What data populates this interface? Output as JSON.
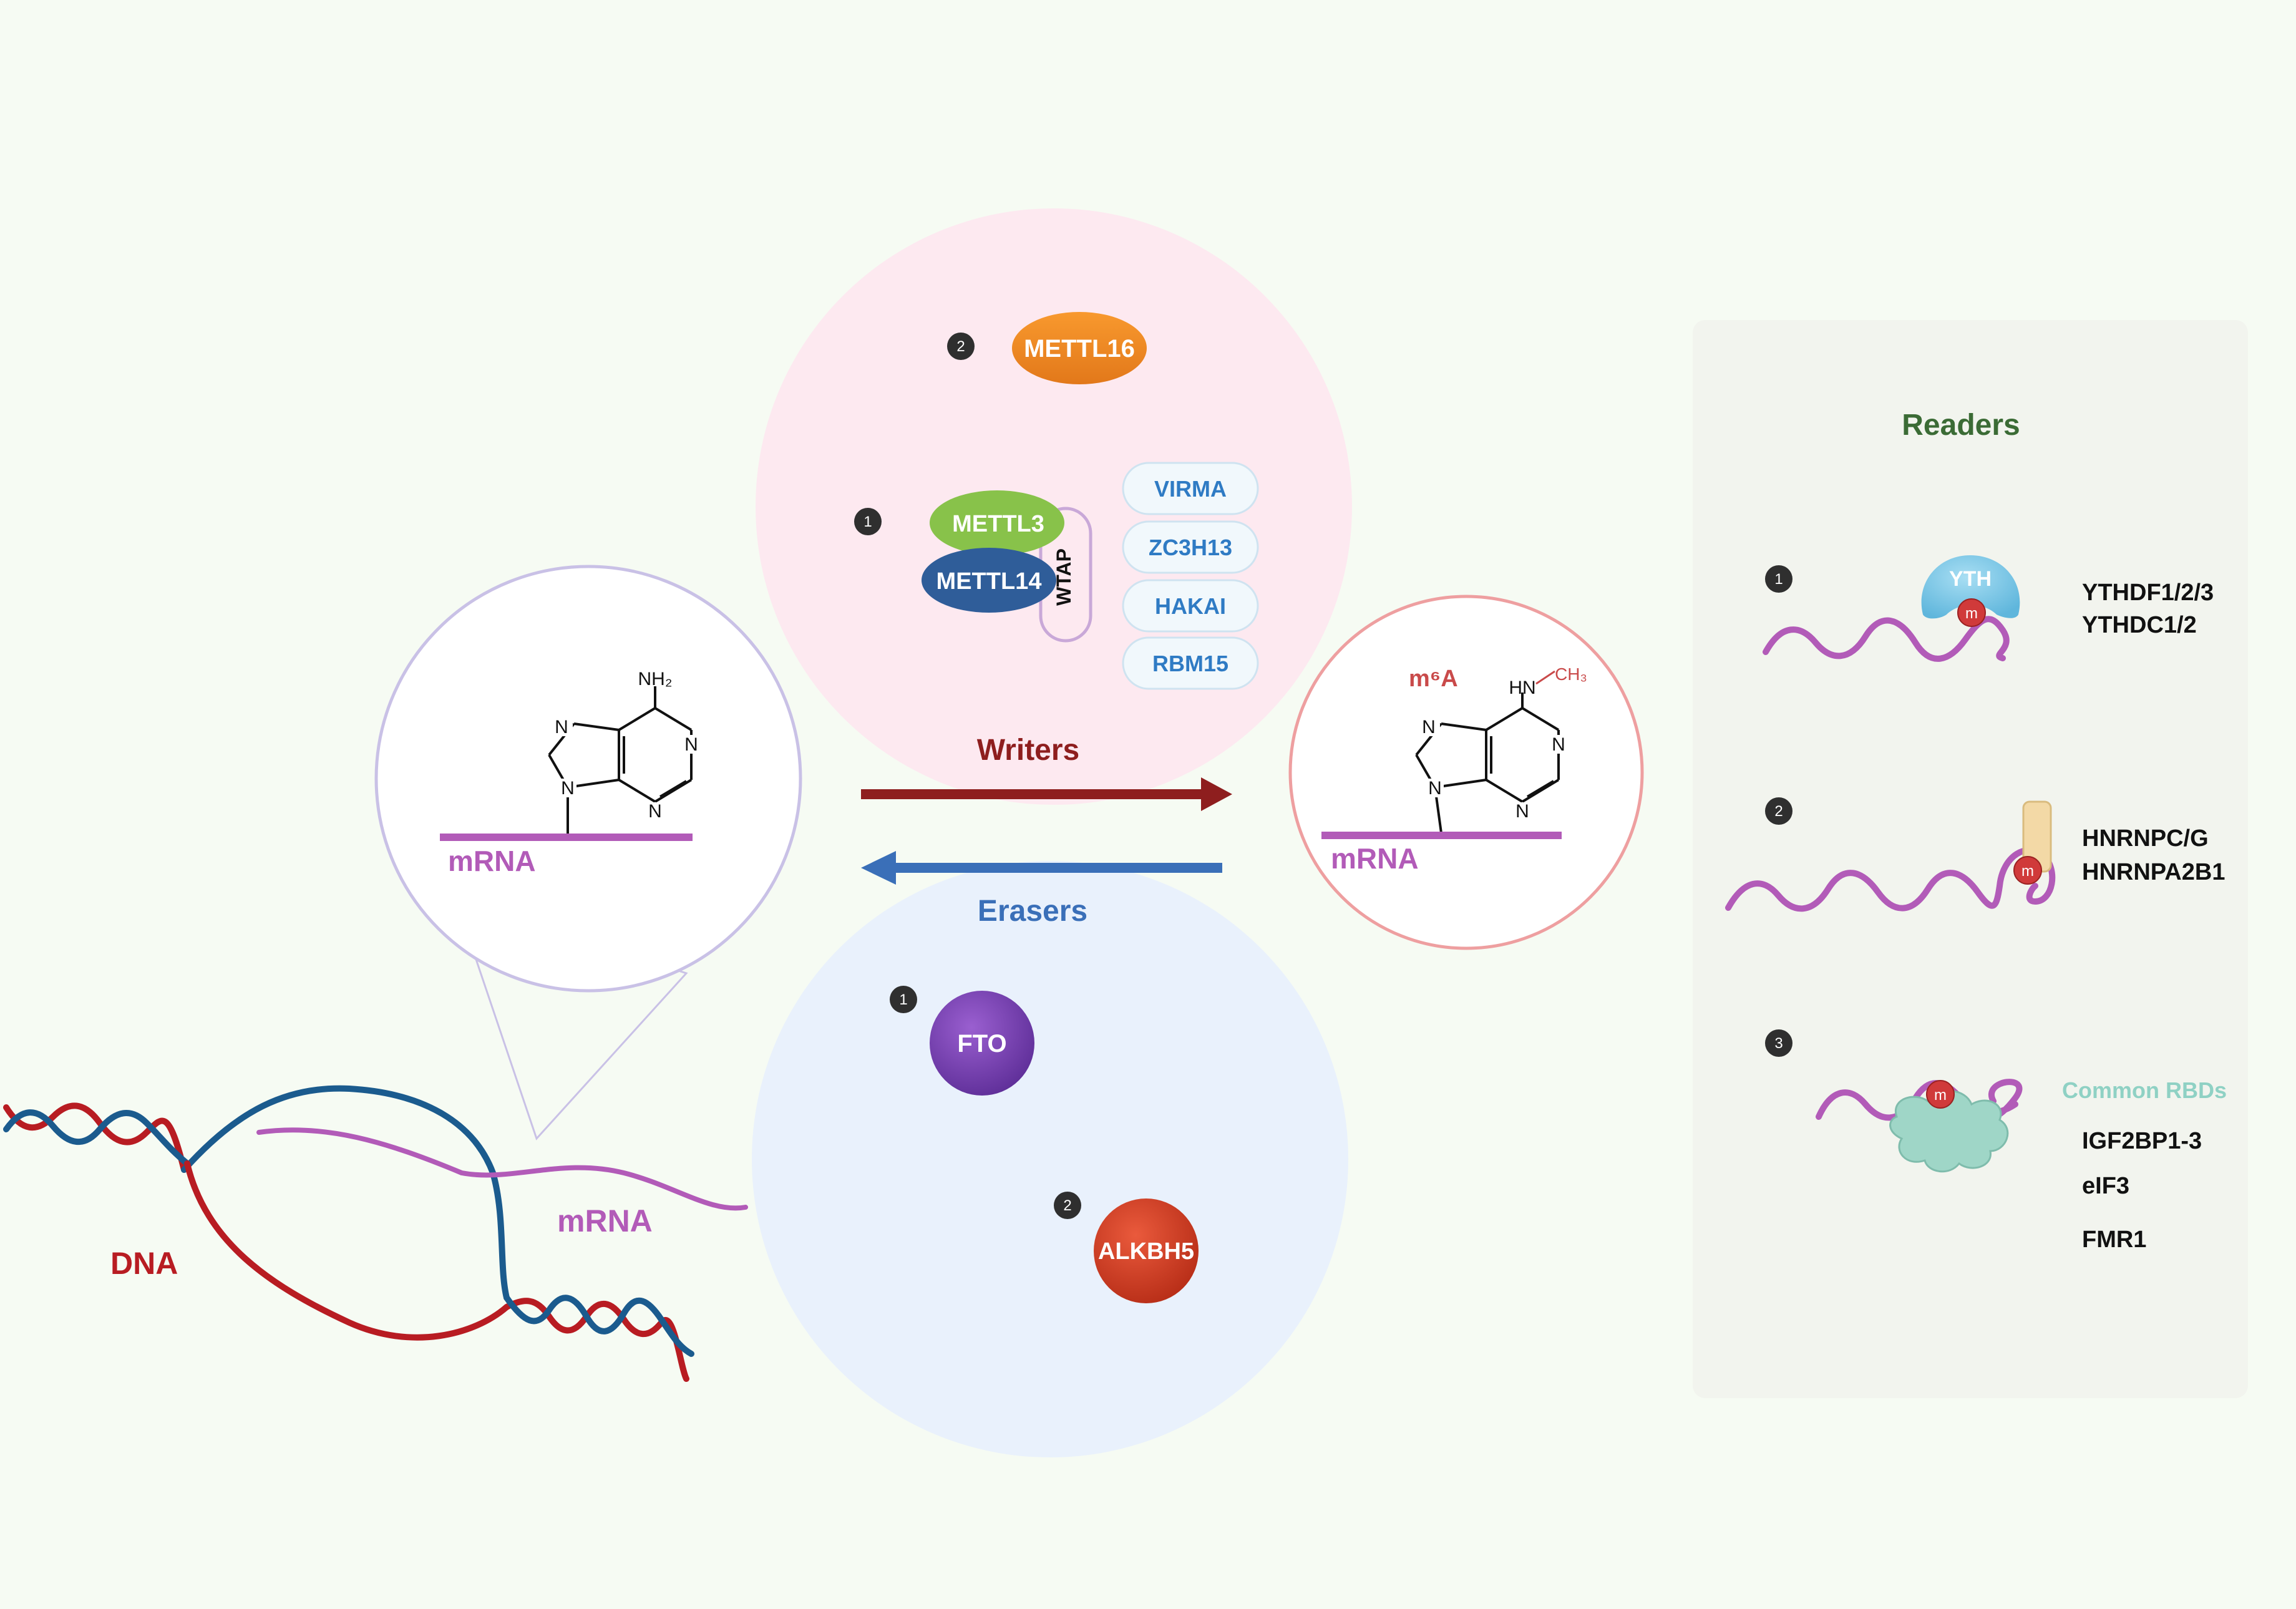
{
  "writers": {
    "label": "Writers",
    "badge_1": "1",
    "badge_2": "2",
    "enzymes": [
      "METTL16",
      "METTL3",
      "METTL14",
      "WTAP"
    ],
    "cofactors": [
      "VIRMA",
      "ZC3H13",
      "HAKAI",
      "RBM15"
    ]
  },
  "erasers": {
    "label": "Erasers",
    "badge_1": "1",
    "badge_2": "2",
    "enzymes": [
      "FTO",
      "ALKBH5"
    ]
  },
  "left_zoom": {
    "mrna_label": "mRNA",
    "atoms": {
      "nh2": "NH₂",
      "n": "N"
    }
  },
  "right_zoom": {
    "m6a_label": "m⁶A",
    "mrna_label": "mRNA",
    "atoms": {
      "hn": "HN",
      "ch3": "CH₃",
      "n": "N"
    }
  },
  "dna_scene": {
    "dna_label": "DNA",
    "mrna_label": "mRNA"
  },
  "readers": {
    "title": "Readers",
    "yth_label": "YTH",
    "m_label": "m",
    "groups": [
      {
        "badge": "1",
        "proteins": [
          "YTHDF1/2/3",
          "YTHDC1/2"
        ]
      },
      {
        "badge": "2",
        "proteins": [
          "HNRNPC/G",
          "HNRNPA2B1"
        ]
      },
      {
        "badge": "3",
        "subtitle": "Common RBDs",
        "proteins": [
          "IGF2BP1-3",
          "eIF3",
          "FMR1"
        ]
      }
    ]
  },
  "colors": {
    "writers_circle": "#fde9f0",
    "erasers_circle": "#e9f1fc",
    "writers_arrow": "#8e1e1e",
    "erasers_arrow": "#3a6fb8",
    "mrna": "#b25bb8",
    "dna_red": "#b81c22",
    "dna_blue": "#1b5b8e",
    "readers_panel": "#f2f4ee",
    "readers_title": "#3b6b35",
    "common_rbds": "#8fd1c4",
    "cofactor_text": "#2f7bc4",
    "m6a_red": "#c94a4a"
  }
}
